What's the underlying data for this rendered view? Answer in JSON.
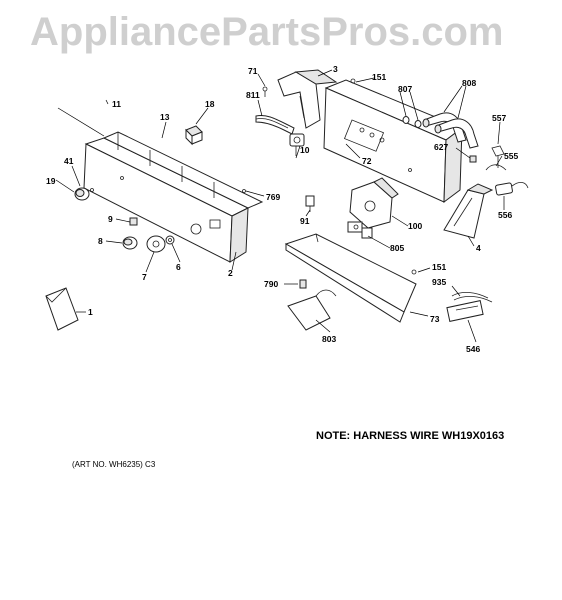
{
  "watermark": "AppliancePartsPros.com",
  "note": "NOTE: HARNESS WIRE WH19X0163",
  "art_no": "(ART NO. WH6235) C3",
  "callouts": {
    "c71": "71",
    "c3": "3",
    "c151a": "151",
    "c807": "807",
    "c808": "808",
    "c811": "811",
    "c11": "11",
    "c13": "13",
    "c18": "18",
    "c557": "557",
    "c627": "627",
    "c555": "555",
    "c10": "10",
    "c72": "72",
    "c41": "41",
    "c19": "19",
    "c769": "769",
    "c556": "556",
    "c91": "91",
    "c100": "100",
    "c9": "9",
    "c4": "4",
    "c8": "8",
    "c805": "805",
    "c6": "6",
    "c7": "7",
    "c2": "2",
    "c151b": "151",
    "c790": "790",
    "c935": "935",
    "c1": "1",
    "c73": "73",
    "c803": "803",
    "c546": "546"
  }
}
